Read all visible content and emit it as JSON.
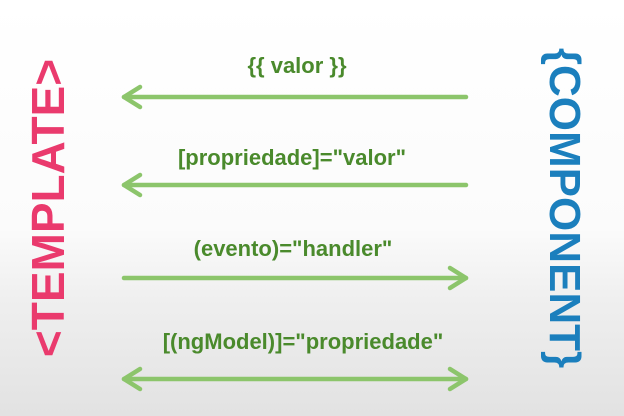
{
  "left_label": "<TEMPLATE>",
  "right_label": "{COMPONENT}",
  "bindings": [
    {
      "syntax": "{{ valor }}",
      "direction": "to-template"
    },
    {
      "syntax": "[propriedade]=\"valor\"",
      "direction": "to-template"
    },
    {
      "syntax": "(evento)=\"handler\"",
      "direction": "to-component"
    },
    {
      "syntax": "[(ngModel)]=\"propriedade\"",
      "direction": "both"
    }
  ],
  "colors": {
    "template": "#ea3a6d",
    "component": "#1b7fbd",
    "binding_text": "#4a8a2c",
    "arrow": "#8cc56b"
  }
}
